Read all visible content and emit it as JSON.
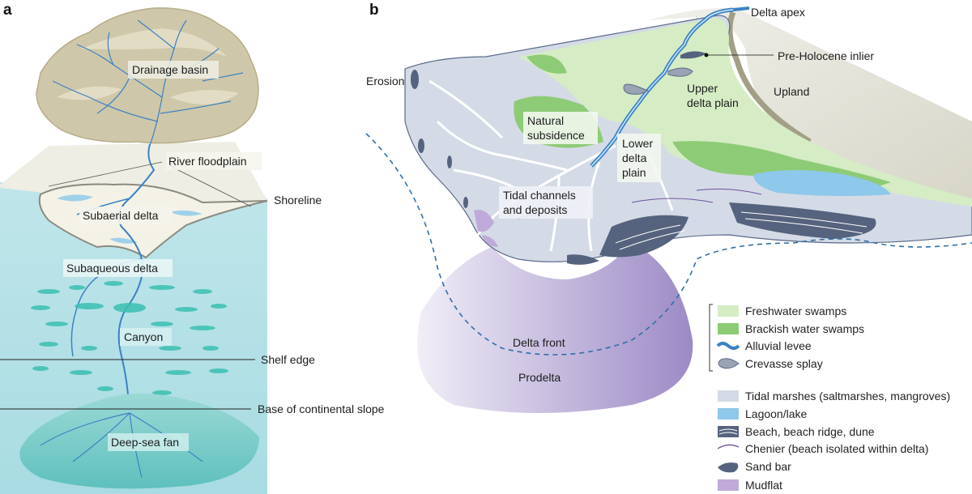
{
  "panel_a": {
    "letter": "a",
    "labels": {
      "drainage_basin": "Drainage basin",
      "river_floodplain": "River floodplain",
      "shoreline": "Shoreline",
      "subaerial_delta": "Subaerial delta",
      "subaqueous_delta": "Subaqueous delta",
      "canyon": "Canyon",
      "shelf_edge": "Shelf edge",
      "base_slope": "Base of continental slope",
      "deep_sea_fan": "Deep-sea fan"
    }
  },
  "panel_b": {
    "letter": "b",
    "labels": {
      "delta_apex": "Delta apex",
      "pre_holocene": "Pre-Holocene inlier",
      "erosion": "Erosion",
      "upper_delta_1": "Upper",
      "upper_delta_2": "delta plain",
      "upland": "Upland",
      "natural_1": "Natural",
      "natural_2": "subsidence",
      "lower_1": "Lower",
      "lower_2": "delta",
      "lower_3": "plain",
      "tidal_1": "Tidal channels",
      "tidal_2": "and deposits",
      "delta_front": "Delta front",
      "prodelta": "Prodelta"
    }
  },
  "legend": {
    "group1": [
      {
        "label": "Freshwater swamps",
        "icon": "freshwater-swamp-swatch",
        "color": "#d5ecc4"
      },
      {
        "label": "Brackish water swamps",
        "icon": "brackish-swamp-swatch",
        "color": "#8ecb76"
      },
      {
        "label": "Alluvial levee",
        "icon": "alluvial-levee-icon",
        "color": "#3b82c4"
      },
      {
        "label": "Crevasse splay",
        "icon": "crevasse-splay-icon",
        "color": "#9aa3b3"
      }
    ],
    "group2": [
      {
        "label": "Tidal marshes (saltmarshes, mangroves)",
        "icon": "tidal-marsh-swatch",
        "color": "#d4dbe6"
      },
      {
        "label": "Lagoon/lake",
        "icon": "lagoon-swatch",
        "color": "#8ec8ea"
      },
      {
        "label": "Beach, beach ridge, dune",
        "icon": "beach-ridge-icon",
        "color": "#56637e"
      },
      {
        "label": "Chenier (beach isolated within delta)",
        "icon": "chenier-icon",
        "color": "#6f4fa0"
      },
      {
        "label": "Sand bar",
        "icon": "sand-bar-icon",
        "color": "#56637e"
      },
      {
        "label": "Mudflat",
        "icon": "mudflat-swatch",
        "color": "#bfaad9"
      }
    ]
  }
}
